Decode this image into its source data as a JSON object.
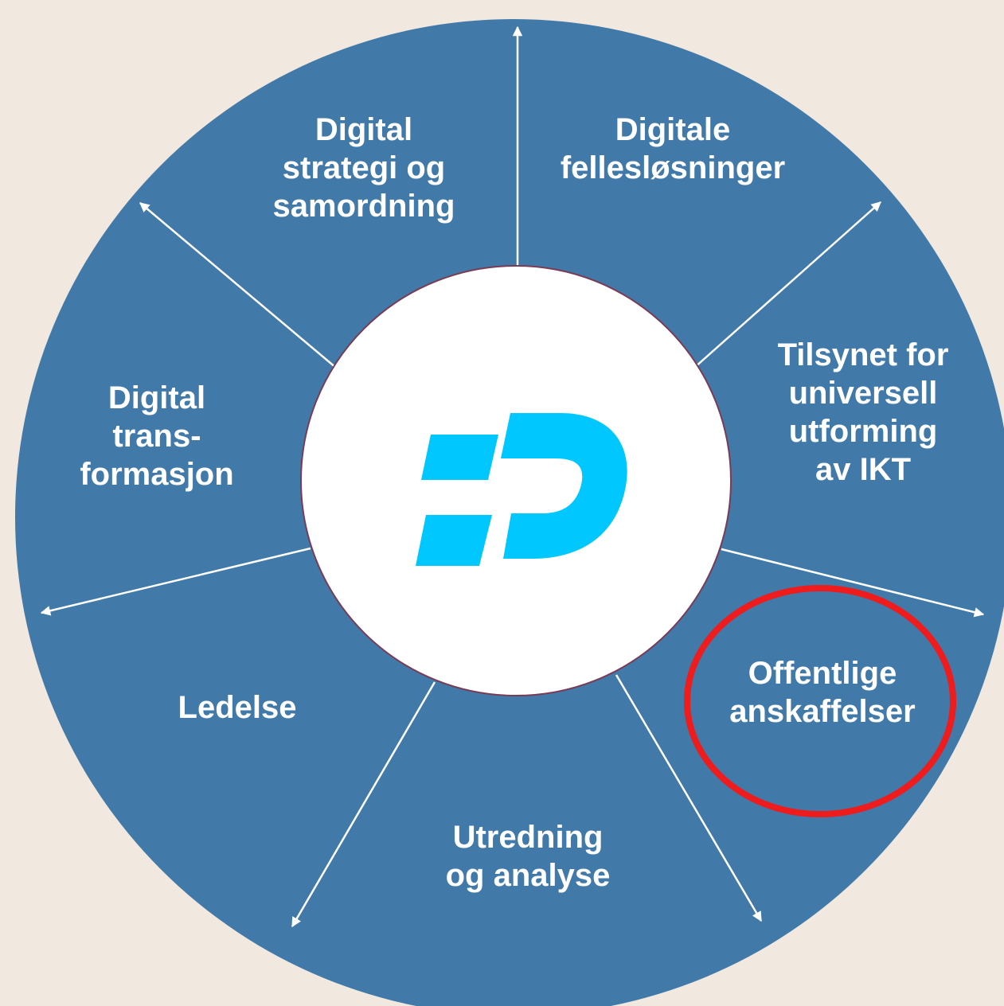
{
  "colors": {
    "background": "#f1e8df",
    "wheel": "#4179a8",
    "divider": "#ffffff",
    "center_fill": "#ffffff",
    "center_stroke": "#7a3b55",
    "logo": "#00c8ff",
    "highlight": "#ee1c1c"
  },
  "logo": {
    "name": "digdir-logo"
  },
  "sectors": [
    {
      "id": "digital-strategi",
      "lines": [
        "Digital",
        "strategi og",
        "samordning"
      ]
    },
    {
      "id": "digitale-fellesloesninger",
      "lines": [
        "Digitale",
        "fellesløsninger"
      ]
    },
    {
      "id": "tilsynet",
      "lines": [
        "Tilsynet for",
        "universell",
        "utforming",
        "av IKT"
      ]
    },
    {
      "id": "offentlige-anskaffelser",
      "lines": [
        "Offentlige",
        "anskaffelser"
      ],
      "highlighted": true
    },
    {
      "id": "utredning",
      "lines": [
        "Utredning",
        "og analyse"
      ]
    },
    {
      "id": "ledelse",
      "lines": [
        "Ledelse"
      ]
    },
    {
      "id": "digital-transformasjon",
      "lines": [
        "Digital",
        "trans-",
        "formasjon"
      ]
    }
  ]
}
